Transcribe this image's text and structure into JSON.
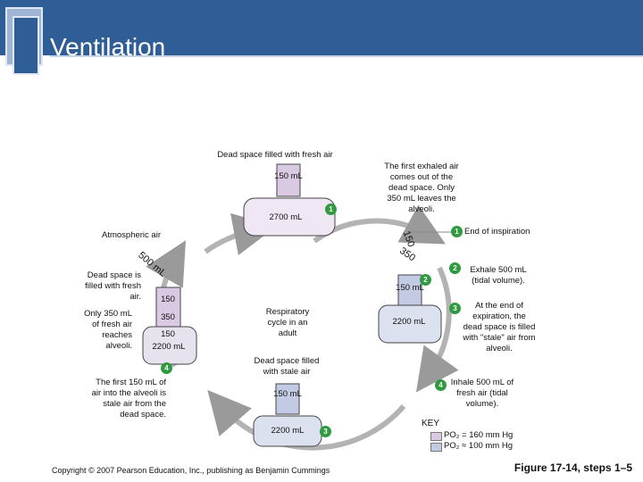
{
  "header": {
    "title": "Ventilation"
  },
  "colors": {
    "header": "#2f5e97",
    "fresh_air": "#d9c9e3",
    "stale_air": "#c3cbe4",
    "step_badge": "#2f9a3f"
  },
  "top": {
    "caption": "Dead space filled with fresh air",
    "dead_space_volume": "150 mL",
    "alveoli_volume": "2700 mL",
    "step": "1",
    "exhale_note": "The first exhaled air comes out of the dead space. Only 350 mL leaves the alveoli."
  },
  "left": {
    "atmospheric": "Atmospheric air",
    "arc_label": "500 mL",
    "dead_space_note": "Dead space is filled with fresh air.",
    "only_note": "Only 350 mL of fresh air reaches alveoli.",
    "vol_150": "150",
    "vol_350": "350",
    "vol_150b": "150",
    "alveoli_volume": "2200 mL",
    "step": "4",
    "first_note": "The first 150 mL of air into the alveoli is stale air from the dead space."
  },
  "center": {
    "cycle": "Respiratory cycle in an adult"
  },
  "right": {
    "arc_150": "150",
    "arc_350": "350",
    "dead_space_volume": "150 mL",
    "alveoli_volume": "2200 mL",
    "step": "2"
  },
  "bottom": {
    "caption": "Dead space filled with stale air",
    "dead_space_volume": "150 mL",
    "alveoli_volume": "2200 mL",
    "step": "3"
  },
  "steps": [
    {
      "n": "1",
      "text": "End of inspiration"
    },
    {
      "n": "2",
      "text": "Exhale 500 mL (tidal volume)."
    },
    {
      "n": "3",
      "text": "At the end of expiration, the dead space is filled with \"stale\" air from alveoli."
    },
    {
      "n": "4",
      "text": "Inhale 500 mL of fresh air (tidal volume)."
    }
  ],
  "key": {
    "title": "KEY",
    "fresh": "PO₂ = 160 mm Hg",
    "stale": "PO₂ ≈ 100 mm Hg"
  },
  "footer": {
    "copyright": "Copyright © 2007 Pearson Education, Inc., publishing as Benjamin Cummings",
    "figure": "Figure 17-14, steps 1–5"
  }
}
